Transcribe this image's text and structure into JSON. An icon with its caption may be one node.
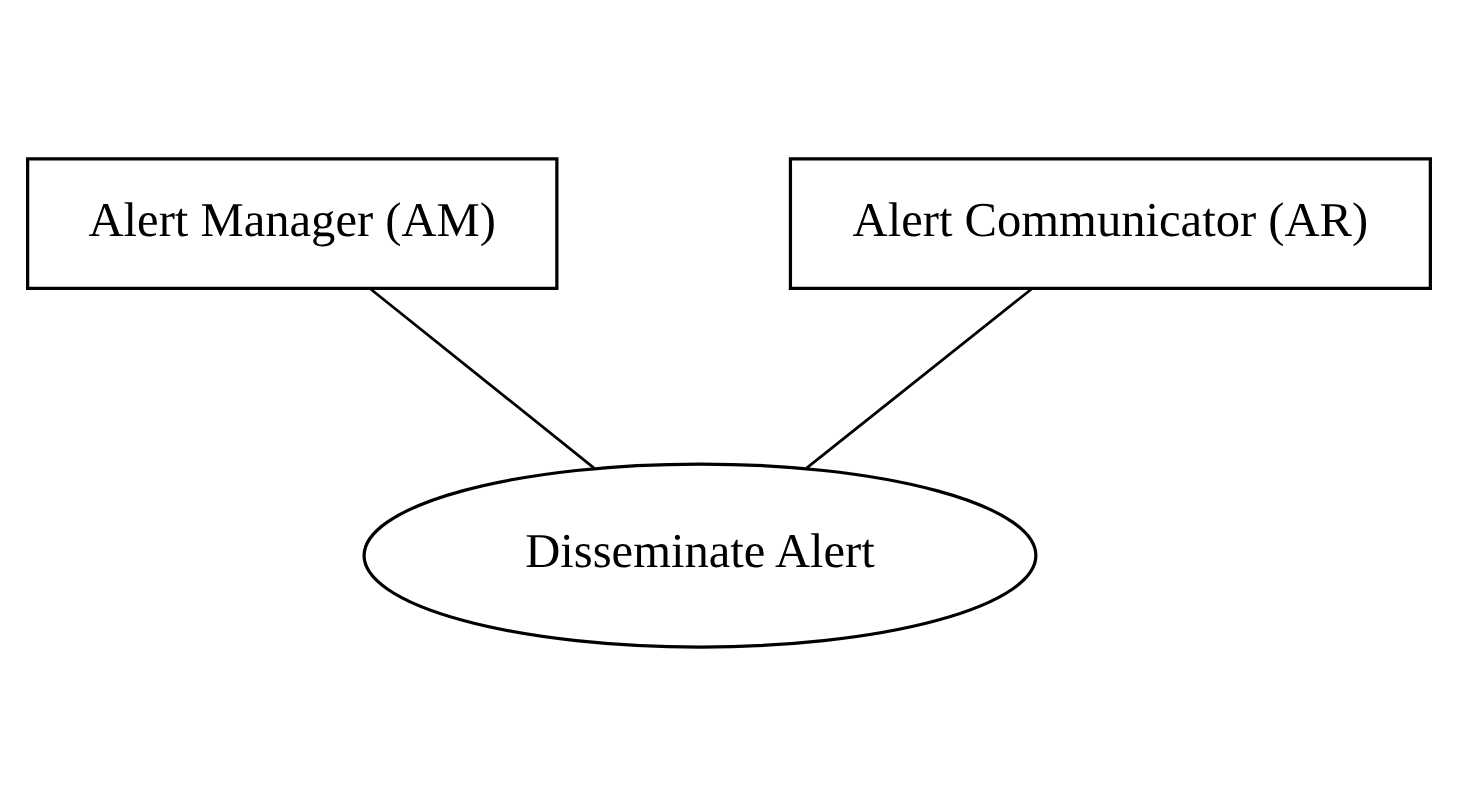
{
  "diagram": {
    "nodes": [
      {
        "text": [
          "Alert Manager (AM)"
        ]
      },
      {
        "text": [
          "Alert Communicator (AR)"
        ]
      },
      {
        "text": [
          "Disseminate Alert"
        ]
      }
    ],
    "edges": [
      {
        "from": 0,
        "to": 2,
        "arrow": "none"
      },
      {
        "from": 1,
        "to": 2,
        "arrow": "none"
      }
    ]
  }
}
